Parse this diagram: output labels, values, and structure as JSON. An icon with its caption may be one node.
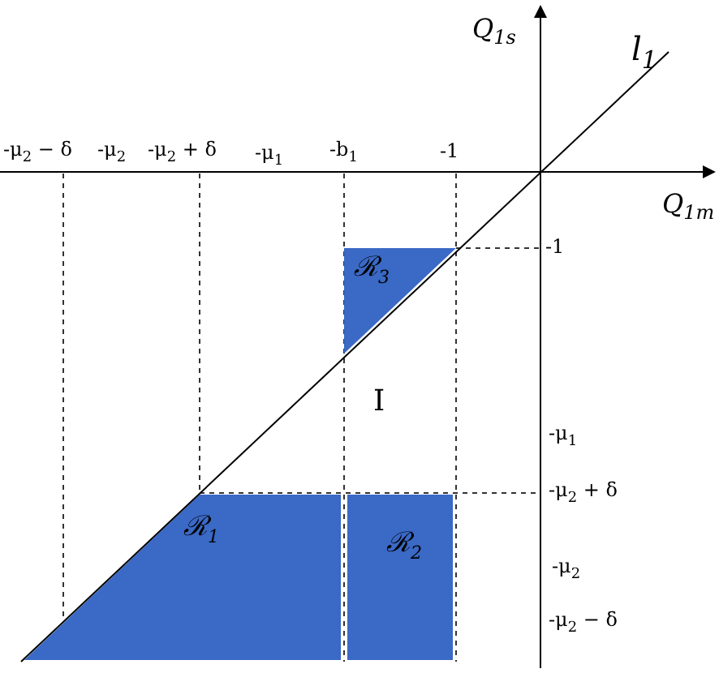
{
  "diagram": {
    "nodes": [
      {
        "text": [
          "ℛ$_{3}$"
        ]
      },
      {
        "text": [
          "ℛ$_{1}$"
        ]
      },
      {
        "text": [
          "ℛ$_{2}$"
        ]
      }
    ],
    "labels": [
      "Q$_{1s}$",
      "l$_{1}$",
      "-μ$_{2}$ − δ",
      "-μ$_{2}$",
      "-μ$_{2}$ + δ",
      "-μ$_{1}$",
      "-b$_{1}$",
      "-1",
      "Q$_{1m}$",
      "-1",
      "I",
      "-μ$_{1}$",
      "-μ$_{2}$ + δ",
      "-μ$_{2}$",
      "-μ$_{2}$ − δ"
    ]
  }
}
